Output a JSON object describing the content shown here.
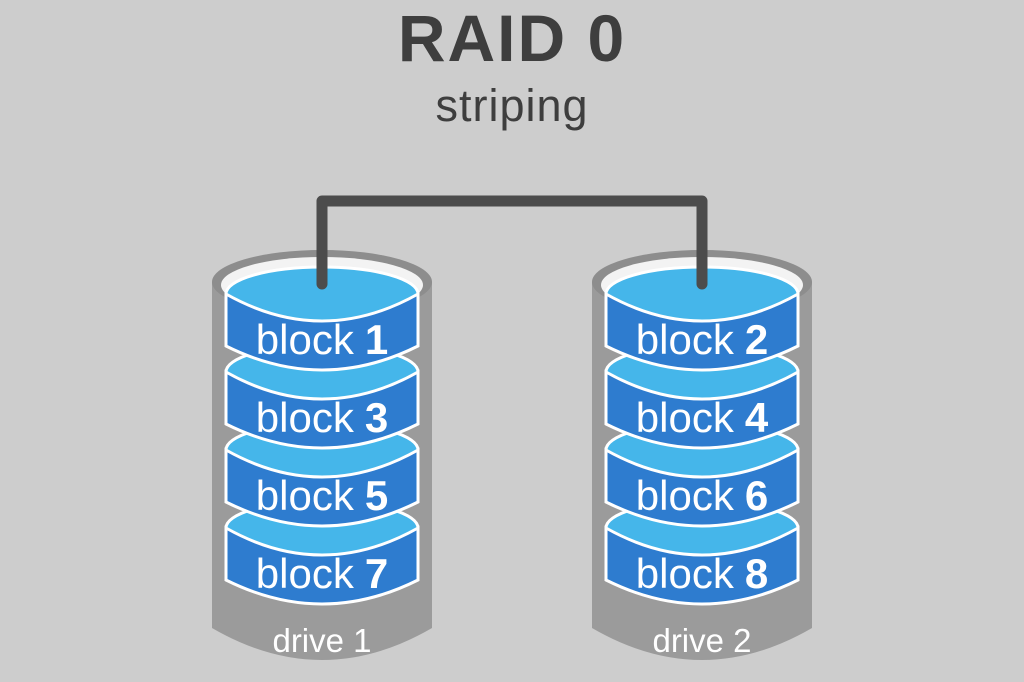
{
  "header": {
    "title": "RAID 0",
    "subtitle": "striping"
  },
  "drives": [
    {
      "label": "drive 1",
      "blocks": [
        {
          "word": "block",
          "number": "1"
        },
        {
          "word": "block",
          "number": "3"
        },
        {
          "word": "block",
          "number": "5"
        },
        {
          "word": "block",
          "number": "7"
        }
      ]
    },
    {
      "label": "drive 2",
      "blocks": [
        {
          "word": "block",
          "number": "2"
        },
        {
          "word": "block",
          "number": "4"
        },
        {
          "word": "block",
          "number": "6"
        },
        {
          "word": "block",
          "number": "8"
        }
      ]
    }
  ],
  "colors": {
    "background": "#cdcdcd",
    "title_text": "#3e3e3e",
    "connector": "#4c4c4c",
    "shell_gray": "#9b9b9b",
    "rim_inner_gray": "#8d8d8d",
    "rim_white": "#f3f3f3",
    "disk_top_blue": "#45b6ea",
    "disk_band_blue": "#2e7ccf",
    "block_text": "#ffffff"
  }
}
